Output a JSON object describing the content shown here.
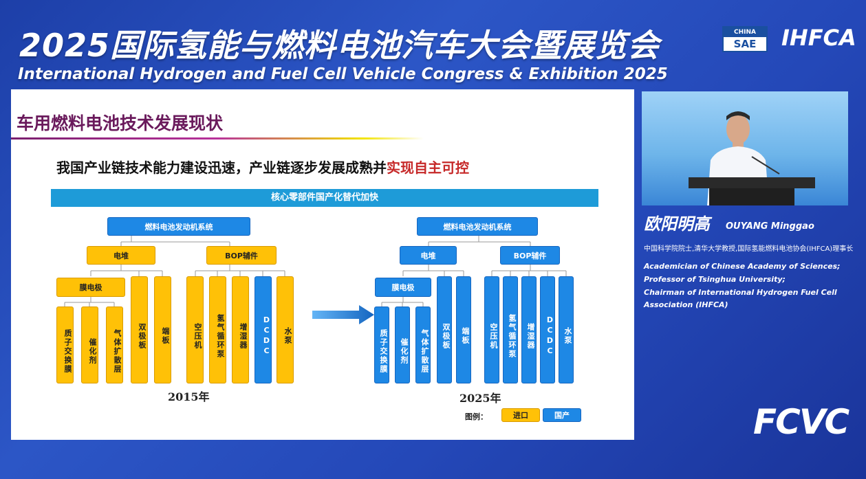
{
  "header": {
    "title_cn": "2025国际氢能与燃料电池汽车大会暨展览会",
    "title_en": "International Hydrogen and Fuel Cell Vehicle Congress & Exhibition 2025",
    "logo_sae_top": "CHINA",
    "logo_sae_bottom": "SAE",
    "logo_ihfca": "IHFCA"
  },
  "slide": {
    "title": "车用燃料电池技术发展现状",
    "subtitle_main": "我国产业链技术能力建设迅速，产业链逐步发展成熟并",
    "subtitle_highlight": "实现自主可控",
    "banner": "核心零部件国产化替代加快",
    "diagram_2015": {
      "year": "2015年",
      "root": "燃料电池发动机系统",
      "stack": "电堆",
      "bop": "BOP辅件",
      "mea": "膜电极",
      "mea_parts": [
        "质子交换膜",
        "催化剂",
        "气体扩散层"
      ],
      "stack_parts": [
        "双极板",
        "端板"
      ],
      "bop_parts": [
        "空压机",
        "氢气循环泵",
        "增湿器",
        "DCDC",
        "水泵"
      ]
    },
    "diagram_2025": {
      "year": "2025年",
      "root": "燃料电池发动机系统",
      "stack": "电堆",
      "bop": "BOP辅件",
      "mea": "膜电极",
      "mea_parts": [
        "质子交换膜",
        "催化剂",
        "气体扩散层"
      ],
      "stack_parts": [
        "双极板",
        "端板"
      ],
      "bop_parts": [
        "空压机",
        "氢气循环泵",
        "增湿器",
        "DCDC",
        "水泵"
      ]
    },
    "legend": {
      "label": "图例：",
      "import": "进口",
      "domestic": "国产"
    },
    "colors": {
      "import": "#ffc107",
      "domestic": "#1e88e5"
    }
  },
  "speaker": {
    "name_cn": "欧阳明高",
    "name_en": "OUYANG Minggao",
    "affiliation_cn": "中国科学院院士,清华大学教授,国际氢能燃料电池协会(IHFCA)理事长",
    "affiliation_en": [
      "Academician of Chinese Academy of Sciences;",
      "Professor of Tsinghua University;",
      "Chairman of International Hydrogen Fuel Cell",
      "Association (IHFCA)"
    ]
  },
  "footer_logo": "FCVC"
}
